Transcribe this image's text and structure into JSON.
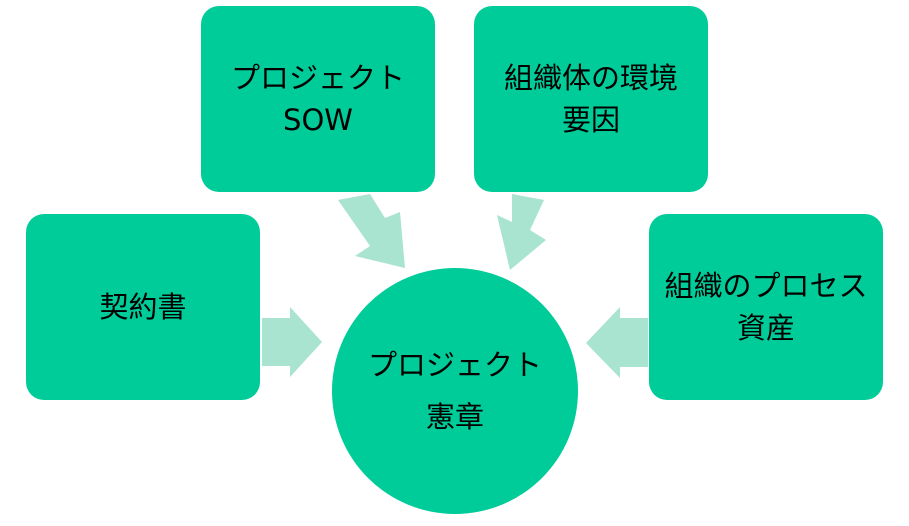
{
  "diagram": {
    "center": {
      "lines": [
        "プロジェクト",
        "憲章"
      ]
    },
    "inputs": [
      {
        "id": "sow",
        "lines": [
          "プロジェクト",
          "SOW"
        ]
      },
      {
        "id": "eef",
        "lines": [
          "組織体の環境",
          "要因"
        ]
      },
      {
        "id": "contract",
        "lines": [
          "契約書"
        ]
      },
      {
        "id": "opa",
        "lines": [
          "組織のプロセス",
          "資産"
        ]
      }
    ]
  },
  "colors": {
    "node_fill": "#00CC99",
    "arrow_fill": "#A8E4CF",
    "text": "#000000"
  }
}
